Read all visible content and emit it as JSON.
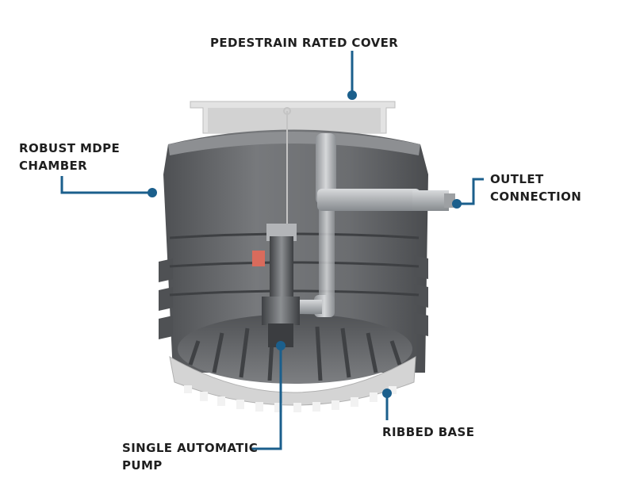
{
  "labels": {
    "cover": [
      "PEDESTRAIN RATED COVER"
    ],
    "chamber": [
      "ROBUST MDPE",
      "CHAMBER"
    ],
    "outlet": [
      "OUTLET",
      "CONNECTION"
    ],
    "pump": [
      "SINGLE AUTOMATIC",
      "PUMP"
    ],
    "base": [
      "RIBBED BASE"
    ]
  },
  "colors": {
    "leader": "#1b5f8c",
    "label_text": "#1f1f1f",
    "tank_body": "#6a6c6f",
    "tank_light": "#d9d9d9",
    "pipe": "#b9bcbf"
  }
}
